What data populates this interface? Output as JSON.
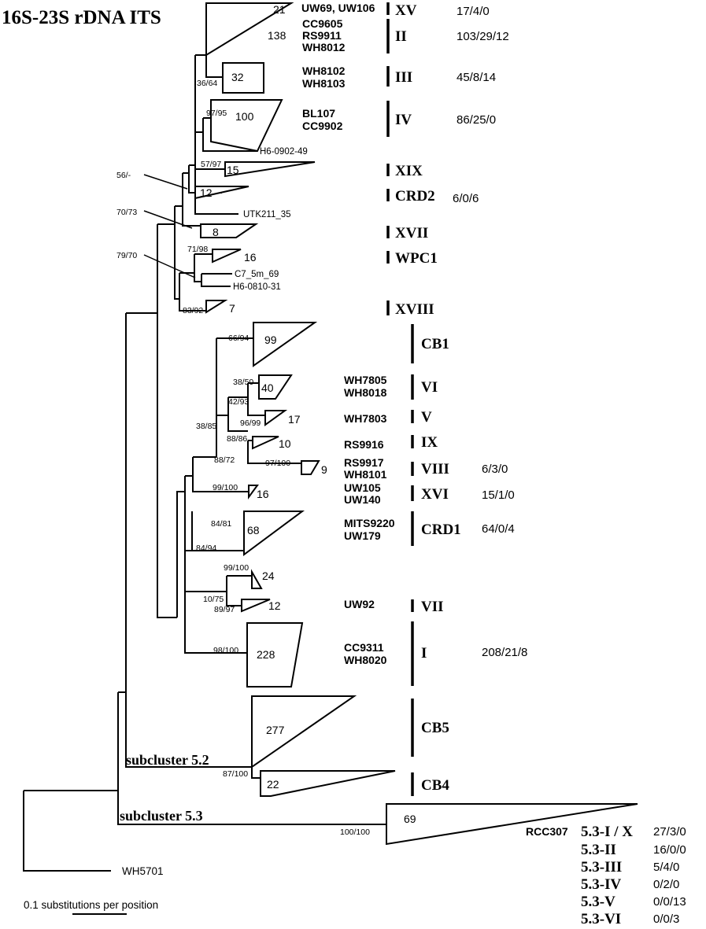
{
  "title": "16S-23S rDNA ITS",
  "scale_label": "0.1 substitutions per position",
  "subcluster_labels": {
    "s52": "subcluster 5.2",
    "s53": "subcluster 5.3"
  },
  "clades": [
    {
      "id": "XV",
      "size": "21",
      "strains": [
        "UW69, UW106"
      ],
      "label": "XV",
      "counts": "17/4/0"
    },
    {
      "id": "II",
      "size": "138",
      "strains": [
        "CC9605",
        "RS9911",
        "WH8012"
      ],
      "label": "II",
      "counts": "103/29/12"
    },
    {
      "id": "III",
      "size": "32",
      "strains": [
        "WH8102",
        "WH8103"
      ],
      "label": "III",
      "counts": "45/8/14"
    },
    {
      "id": "IV",
      "size": "100",
      "strains": [
        "BL107",
        "CC9902"
      ],
      "label": "IV",
      "counts": "86/25/0"
    },
    {
      "id": "XIX",
      "size": "15",
      "strains": [],
      "label": "XIX",
      "counts": ""
    },
    {
      "id": "CRD2",
      "size": "12",
      "strains": [],
      "label": "CRD2",
      "counts": "6/0/6"
    },
    {
      "id": "XVII",
      "size": "8",
      "strains": [],
      "label": "XVII",
      "counts": ""
    },
    {
      "id": "WPC1",
      "size": "16",
      "strains": [],
      "label": "WPC1",
      "counts": ""
    },
    {
      "id": "XVIII",
      "size": "7",
      "strains": [],
      "label": "XVIII",
      "counts": ""
    },
    {
      "id": "CB1",
      "size": "99",
      "strains": [],
      "label": "CB1",
      "counts": ""
    },
    {
      "id": "VI",
      "size": "40",
      "strains": [
        "WH7805",
        "WH8018"
      ],
      "label": "VI",
      "counts": ""
    },
    {
      "id": "V",
      "size": "17",
      "strains": [
        "WH7803"
      ],
      "label": "V",
      "counts": ""
    },
    {
      "id": "IX",
      "size": "10",
      "strains": [
        "RS9916"
      ],
      "label": "IX",
      "counts": ""
    },
    {
      "id": "VIII",
      "size": "9",
      "strains": [
        "RS9917",
        "WH8101"
      ],
      "label": "VIII",
      "counts": "6/3/0"
    },
    {
      "id": "XVI",
      "size": "16",
      "strains": [
        "UW105",
        "UW140"
      ],
      "label": "XVI",
      "counts": "15/1/0"
    },
    {
      "id": "CRD1",
      "size": "68",
      "strains": [
        "MITS9220",
        "UW179"
      ],
      "label": "CRD1",
      "counts": "64/0/4"
    },
    {
      "id": "CRD1b",
      "size": "24",
      "strains": [],
      "label": "",
      "counts": ""
    },
    {
      "id": "VII",
      "size": "12",
      "strains": [
        "UW92"
      ],
      "label": "VII",
      "counts": ""
    },
    {
      "id": "I",
      "size": "228",
      "strains": [
        "CC9311",
        "WH8020"
      ],
      "label": "I",
      "counts": "208/21/8"
    },
    {
      "id": "CB5",
      "size": "277",
      "strains": [],
      "label": "CB5",
      "counts": ""
    },
    {
      "id": "CB4",
      "size": "22",
      "strains": [],
      "label": "CB4",
      "counts": ""
    },
    {
      "id": "S53",
      "size": "69",
      "strains": [],
      "label": "",
      "counts": ""
    }
  ],
  "leaves": [
    "H6-0902-49",
    "UTK211_35",
    "C7_5m_69",
    "H6-0810-31",
    "WH5701"
  ],
  "bootstraps": [
    "36/64",
    "97/95",
    "57/97",
    "56/-",
    "70/73",
    "71/98",
    "79/70",
    "83/92",
    "66/94",
    "38/50",
    "42/93",
    "96/99",
    "38/85",
    "88/86",
    "88/72",
    "97/100",
    "99/100",
    "84/81",
    "84/94",
    "99/100",
    "10/75",
    "89/97",
    "98/100",
    "87/100",
    "100/100"
  ],
  "subcluster_53": {
    "strain": "RCC307",
    "rows": [
      {
        "label": "5.3-I / X",
        "counts": "27/3/0"
      },
      {
        "label": "5.3-II",
        "counts": "16/0/0"
      },
      {
        "label": "5.3-III",
        "counts": "5/4/0"
      },
      {
        "label": "5.3-IV",
        "counts": "0/2/0"
      },
      {
        "label": "5.3-V",
        "counts": "0/0/13"
      },
      {
        "label": "5.3-VI",
        "counts": "0/0/3"
      }
    ]
  }
}
